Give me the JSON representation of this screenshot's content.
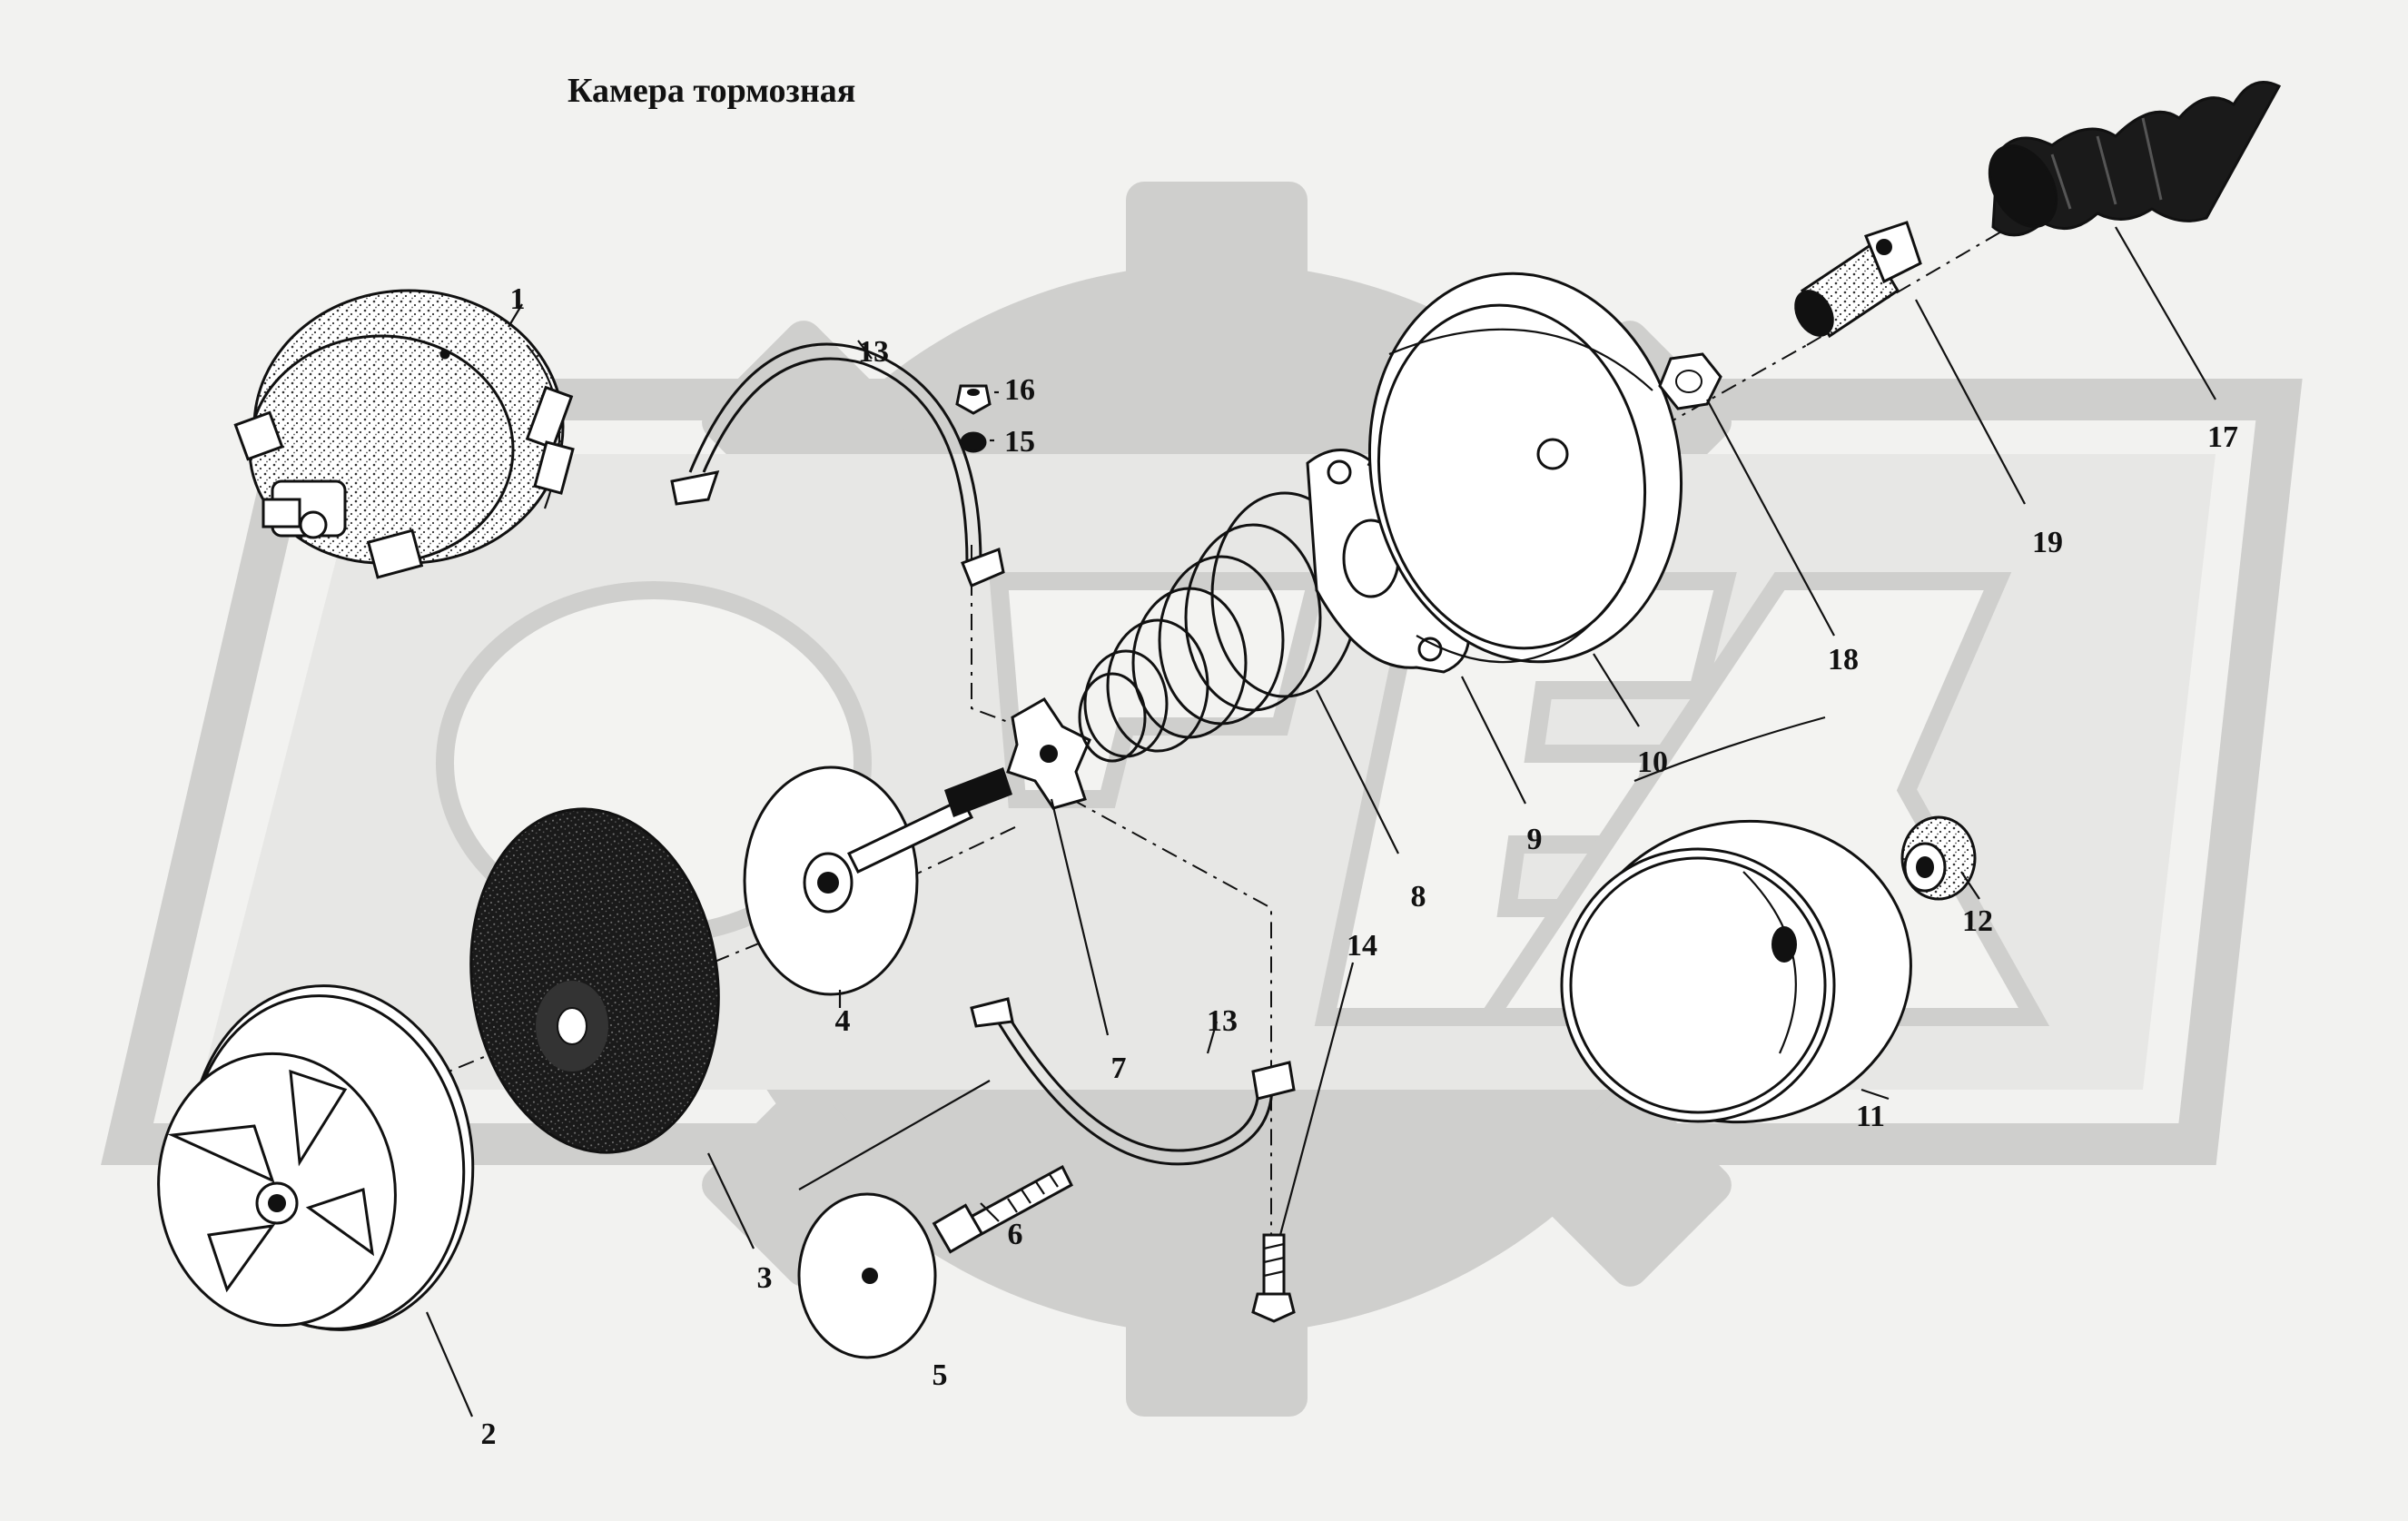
{
  "diagram": {
    "title": "Камера тормозная",
    "parts": [
      {
        "id": "1",
        "label": "1"
      },
      {
        "id": "2",
        "label": "2"
      },
      {
        "id": "3",
        "label": "3"
      },
      {
        "id": "4",
        "label": "4"
      },
      {
        "id": "5",
        "label": "5"
      },
      {
        "id": "6",
        "label": "6"
      },
      {
        "id": "7",
        "label": "7"
      },
      {
        "id": "8",
        "label": "8"
      },
      {
        "id": "9",
        "label": "9"
      },
      {
        "id": "10",
        "label": "10"
      },
      {
        "id": "11",
        "label": "11"
      },
      {
        "id": "12",
        "label": "12"
      },
      {
        "id": "13a",
        "label": "13"
      },
      {
        "id": "13b",
        "label": "13"
      },
      {
        "id": "14",
        "label": "14"
      },
      {
        "id": "15",
        "label": "15"
      },
      {
        "id": "16",
        "label": "16"
      },
      {
        "id": "17",
        "label": "17"
      },
      {
        "id": "18",
        "label": "18"
      },
      {
        "id": "19",
        "label": "19"
      }
    ]
  },
  "colors": {
    "background": "#f2f2f0",
    "watermark": "#c9c9c7",
    "ink": "#111111",
    "part_fill": "#ffffff"
  }
}
